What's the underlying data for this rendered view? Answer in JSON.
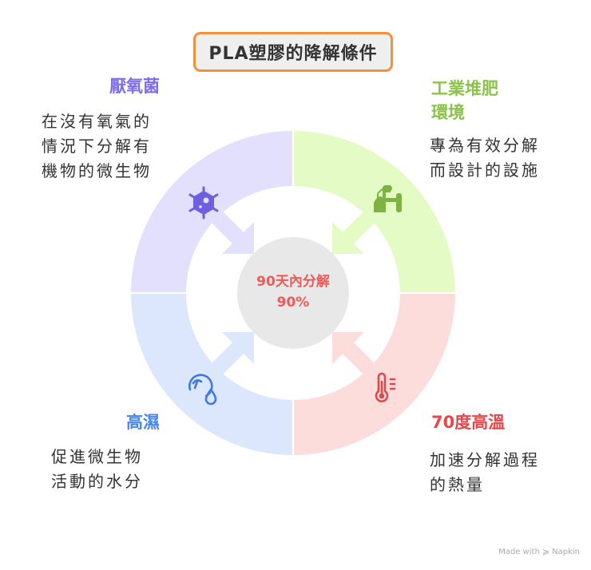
{
  "title": "PLA塑膠的降解條件",
  "center": {
    "line1": "90天內分解",
    "line2": "90%",
    "fill": "#E8E8E8",
    "text_color": "#EB5B57"
  },
  "quadrants": [
    {
      "id": "anaerobic",
      "position": "top-left",
      "label": "厭氧菌",
      "label_color": "#7B6CF0",
      "fill": "#E3E0FE",
      "icon": "bacteria-icon",
      "icon_color": "#6F5FE0",
      "desc_lines": [
        "在沒有氧氣的",
        "情況下分解有",
        "機物的微生物"
      ]
    },
    {
      "id": "industrial-compost",
      "position": "top-right",
      "label_lines": [
        "工業堆肥",
        "環境"
      ],
      "label_color": "#8BC34A",
      "fill": "#E4FBC5",
      "icon": "factory-icon",
      "icon_color": "#7CB342",
      "desc_lines": [
        "專為有效分解",
        "而設計的設施"
      ]
    },
    {
      "id": "humidity",
      "position": "bottom-left",
      "label": "高濕",
      "label_color": "#4A86E8",
      "fill": "#DCE6FD",
      "icon": "humidity-gauge-icon",
      "icon_color": "#3F7BDB",
      "desc_lines": [
        "促進微生物",
        "活動的水分"
      ]
    },
    {
      "id": "high-temperature",
      "position": "bottom-right",
      "label": "70度高溫",
      "label_color": "#E8474A",
      "fill": "#FDDCDC",
      "icon": "thermometer-icon",
      "icon_color": "#E04A4A",
      "desc_lines": [
        "加速分解過程",
        "的熱量"
      ]
    }
  ],
  "title_box": {
    "border": "#F2913A",
    "fill": "#EFEFEF"
  },
  "footer": {
    "text": "Made with",
    "brand": "Napkin"
  }
}
